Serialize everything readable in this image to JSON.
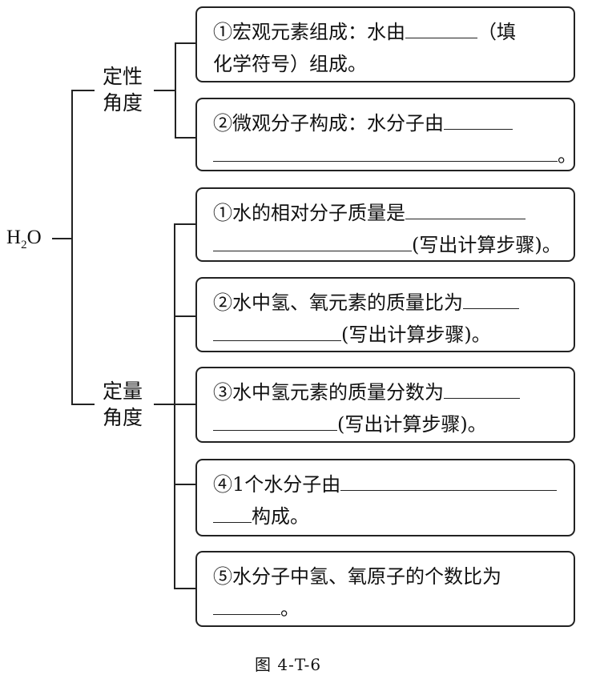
{
  "root": {
    "main": "H",
    "sub": "2",
    "tail": "O"
  },
  "branches": [
    {
      "label_line1": "定性",
      "label_line2": "角度"
    },
    {
      "label_line1": "定量",
      "label_line2": "角度"
    }
  ],
  "boxes": [
    {
      "l1a": "①宏观元素组成：水由",
      "l1b": "（填",
      "l2a": "化学符号）组成。"
    },
    {
      "l1a": "②微观分子构成：水分子由",
      "l2b": "。"
    },
    {
      "l1a": "①水的相对分子质量是",
      "l2b": "(写出计算步骤)。"
    },
    {
      "l1a": "②水中氢、氧元素的质量比为",
      "l2b": "(写出计算步骤)。"
    },
    {
      "l1a": "③水中氢元素的质量分数为",
      "l2b": "(写出计算步骤)。"
    },
    {
      "l1a": "④1个水分子由",
      "l2b": "构成。"
    },
    {
      "l1a": "⑤水分子中氢、氧原子的个数比为",
      "l2b": "。"
    }
  ],
  "caption": "图 4-T-6"
}
